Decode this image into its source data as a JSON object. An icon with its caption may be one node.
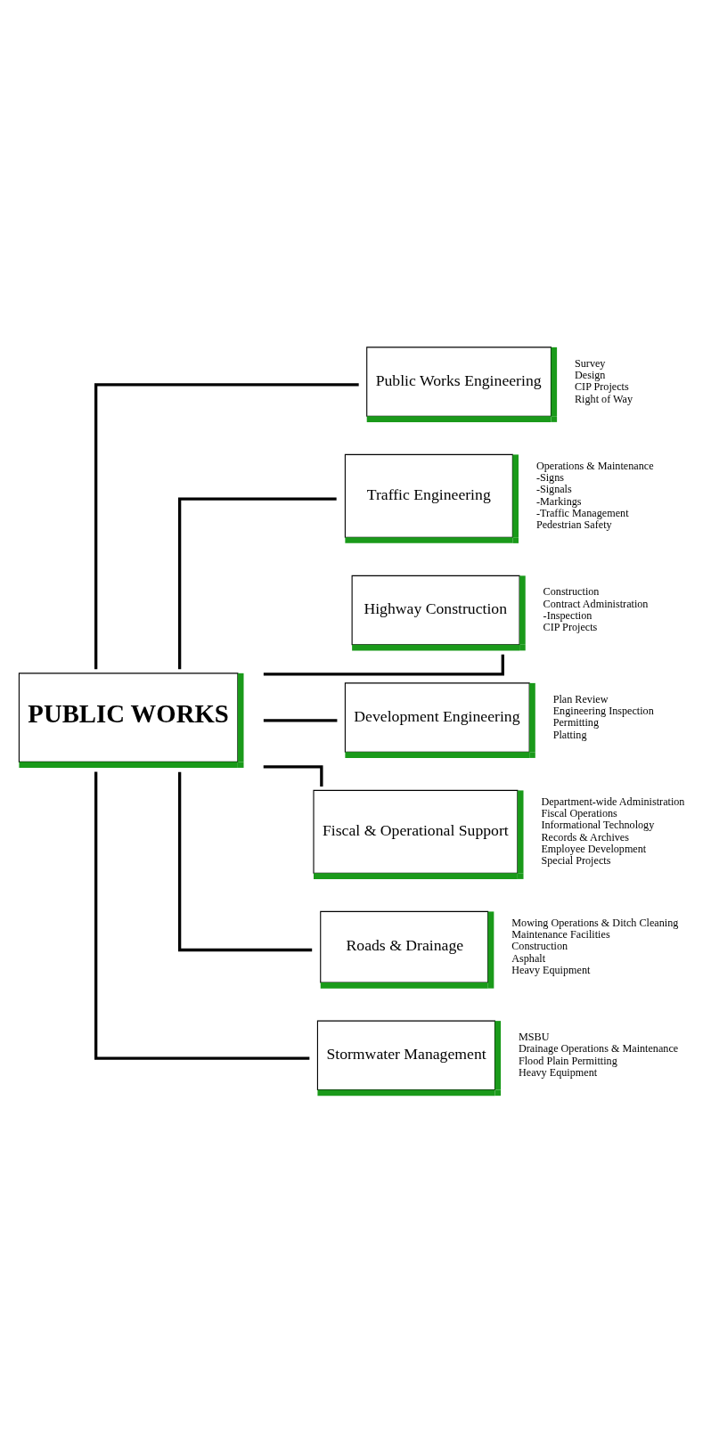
{
  "diagram": {
    "nodes": [
      {
        "text": [
          "PUBLIC WORKS"
        ]
      },
      {
        "text": [
          "Public Works Engineering"
        ],
        "beside": [
          "Survey",
          "Design",
          "CIP Projects",
          "Right of Way"
        ]
      },
      {
        "text": [
          "Traffic Engineering"
        ],
        "beside": [
          "Operations & Maintenance",
          "-Signs",
          "-Signals",
          "-Markings",
          "-Traffic Management",
          "Pedestrian Safety"
        ]
      },
      {
        "text": [
          "Highway Construction"
        ],
        "beside": [
          "Construction",
          "Contract Administration",
          "-Inspection",
          "CIP Projects"
        ]
      },
      {
        "text": [
          "Development Engineering"
        ],
        "beside": [
          "Plan Review",
          "Engineering Inspection",
          "Permitting",
          "Platting"
        ]
      },
      {
        "text": [
          "Fiscal & Operational Support"
        ],
        "beside": [
          "Department-wide Administration",
          "Fiscal Operations",
          "Informational Technology",
          "Records & Archives",
          "Employee Development",
          "Special Projects"
        ]
      },
      {
        "text": [
          "Roads & Drainage"
        ],
        "beside": [
          "Mowing Operations & Ditch Cleaning",
          "Maintenance Facilities",
          "Construction",
          "Asphalt",
          "Heavy Equipment"
        ]
      },
      {
        "text": [
          "Stormwater Management"
        ],
        "beside": [
          "MSBU",
          "Drainage Operations & Maintenance",
          "Flood Plain Permitting",
          "Heavy Equipment"
        ]
      }
    ],
    "edges": [
      {
        "from": 0,
        "to": 1,
        "arrow": "none"
      },
      {
        "from": 0,
        "to": 2,
        "arrow": "none"
      },
      {
        "from": 0,
        "to": 3,
        "arrow": "none"
      },
      {
        "from": 0,
        "to": 4,
        "arrow": "none"
      },
      {
        "from": 0,
        "to": 5,
        "arrow": "none"
      },
      {
        "from": 0,
        "to": 6,
        "arrow": "none"
      },
      {
        "from": 0,
        "to": 7,
        "arrow": "none"
      }
    ]
  }
}
